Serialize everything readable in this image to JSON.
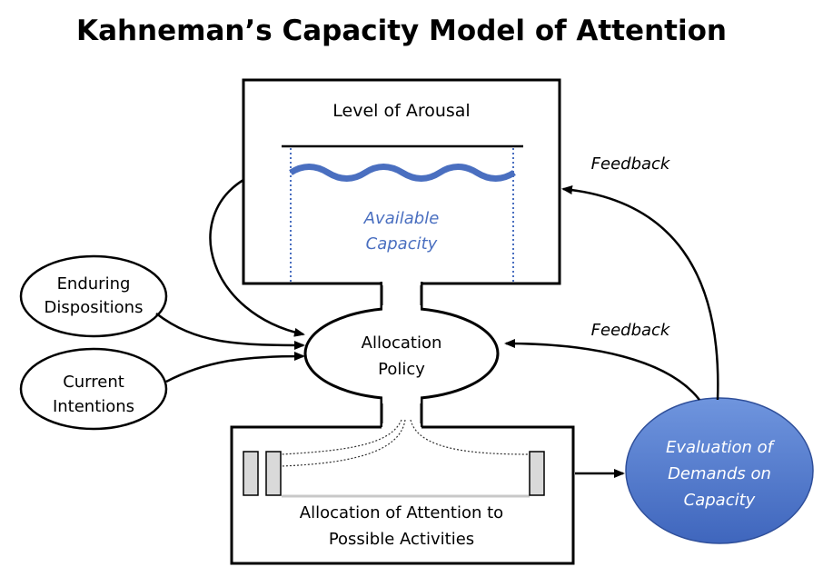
{
  "title": "Kahneman’s Capacity Model of Attention",
  "arousal_box": {
    "label": "Level of Arousal",
    "capacity_label_line1": "Available",
    "capacity_label_line2": "Capacity"
  },
  "allocation_policy": {
    "line1": "Allocation",
    "line2": "Policy"
  },
  "enduring_dispositions": {
    "line1": "Enduring",
    "line2": "Dispositions"
  },
  "current_intentions": {
    "line1": "Current",
    "line2": "Intentions"
  },
  "activities_box": {
    "line1": "Allocation of Attention to",
    "line2": "Possible Activities"
  },
  "evaluation": {
    "line1": "Evaluation of",
    "line2": "Demands on",
    "line3": "Capacity"
  },
  "feedback_top": "Feedback",
  "feedback_mid": "Feedback",
  "colors": {
    "accent_blue": "#4a6fc0",
    "evaluation_fill": "#4f78cf",
    "activity_block": "#d9d9d9"
  }
}
